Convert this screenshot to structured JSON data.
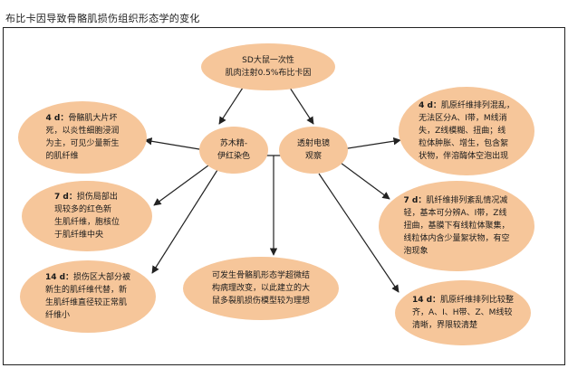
{
  "title": "布比卡因导致骨骼肌损伤组织形态学的变化",
  "colors": {
    "node_fill": "#f6c69a",
    "line": "#222222"
  },
  "nodes": {
    "root": {
      "lines": [
        "SD大鼠一次性",
        "肌肉注射0.5%布比卡因"
      ]
    },
    "he_stain": {
      "lines": [
        "苏木精-",
        "伊红染色"
      ]
    },
    "tem": {
      "lines": [
        "透射电镜",
        "观察"
      ]
    },
    "he_4d": {
      "day": "4 d：",
      "lines": [
        "骨骼肌大片坏",
        "死，以炎性细胞浸润",
        "为主，可见少量新生",
        "的肌纤维"
      ]
    },
    "he_7d": {
      "day": "7 d：",
      "lines": [
        "损伤局部出",
        "现较多的红色新",
        "生肌纤维，胞核位",
        "于肌纤维中央"
      ]
    },
    "he_14d": {
      "day": "14 d：",
      "lines": [
        "损伤区大部分被",
        "新生的肌纤维代替，新",
        "生肌纤维直径较正常肌",
        "纤维小"
      ]
    },
    "conclusion": {
      "lines": [
        "可发生骨骼肌形态学超微结",
        "构病理改变，以此建立的大",
        "鼠多裂肌损伤模型较为理想"
      ]
    },
    "tem_4d": {
      "day": "4 d：",
      "lines": [
        "肌原纤维排列混乱，",
        "无法区分A、I带，M线消",
        "失，Z线模糊、扭曲；线",
        "粒体肿胀、增生，包含絮",
        "状物，伴溶酶体空泡出现"
      ]
    },
    "tem_7d": {
      "day": "7 d：",
      "lines": [
        "肌纤维排列紊乱情况减",
        "轻，基本可分辨A、I带，Z线",
        "扭曲，基膜下有线粒体聚集，",
        "线粒体内含少量絮状物，有空",
        "泡现象"
      ]
    },
    "tem_14d": {
      "day": "14 d：",
      "lines": [
        "肌原纤维排列比较整",
        "齐，A、I、H带、Z、M线较",
        "清晰，界限较清楚"
      ]
    }
  }
}
